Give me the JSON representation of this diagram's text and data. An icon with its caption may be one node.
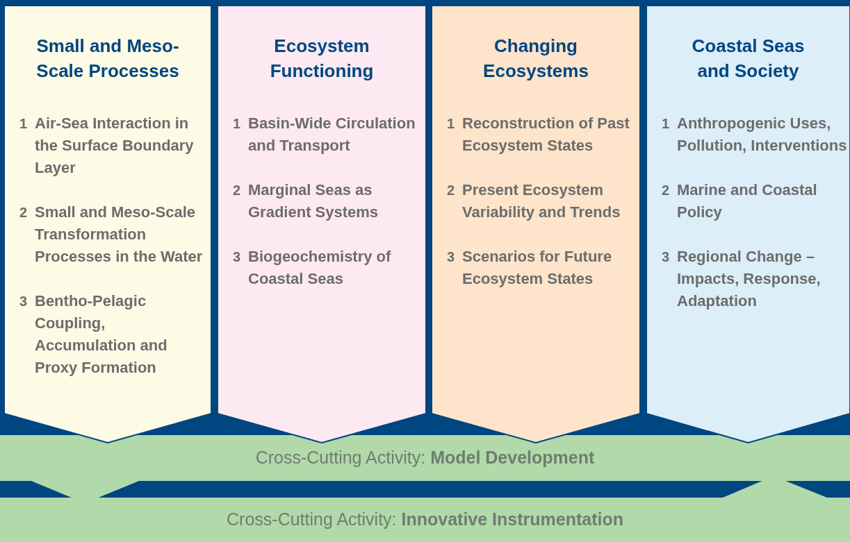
{
  "diagram": {
    "nodes": [
      {
        "text": [
          "Small and Meso-Scale Processes",
          "1",
          "Air-Sea Interaction in the Surface Boundary Layer",
          "2",
          "Small and Meso-Scale Transformation Processes in the Water",
          "3",
          "Bentho-Pelagic Coupling, Accumulation and Proxy Formation"
        ]
      },
      {
        "text": [
          "Ecosystem Functioning",
          "1",
          "Basin-Wide Circulation and Transport",
          "2",
          "Marginal Seas as Gradient Systems",
          "3",
          "Biogeochemistry of Coastal Seas"
        ]
      },
      {
        "text": [
          "Changing Ecosystems",
          "1",
          "Reconstruction of Past Ecosystem States",
          "2",
          "Present Ecosystem Variability and Trends",
          "3",
          "Scenarios for Future Ecosystem States"
        ]
      },
      {
        "text": [
          "Coastal Seas and Society",
          "1",
          "Anthropogenic Uses, Pollution, Interventions",
          "2",
          "Marine and Coastal Policy",
          "3",
          "Regional Change – Impacts, Response, Adaptation"
        ]
      },
      {
        "text": [
          "Cross-Cutting Activity: **Model Development**"
        ]
      },
      {
        "text": [
          "Cross-Cutting Activity: **Innovative Instrumentation**"
        ]
      }
    ],
    "edges": [
      {
        "from": 4,
        "to": 5,
        "arrow": "to"
      },
      {
        "from": 5,
        "to": 4,
        "arrow": "to"
      }
    ]
  }
}
